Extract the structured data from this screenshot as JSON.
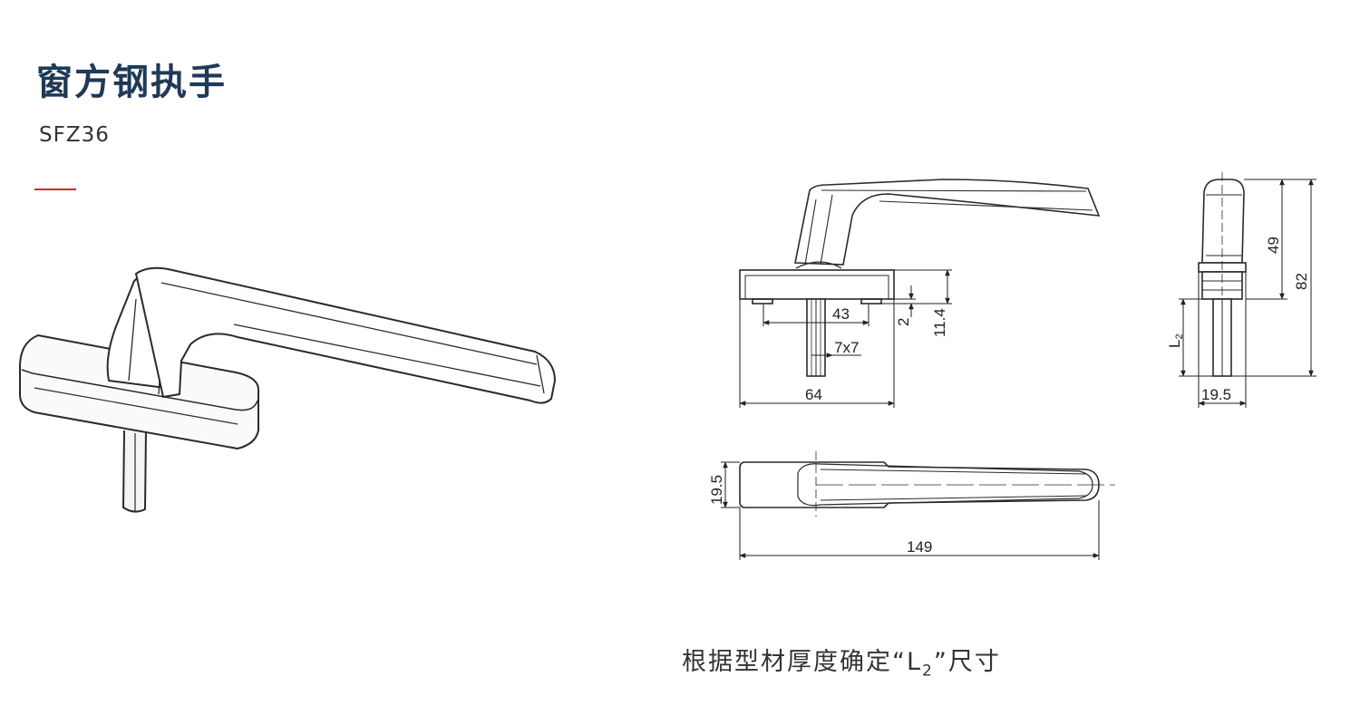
{
  "header": {
    "title": "窗方钢执手",
    "model": "SFZ36",
    "accent_color": "#d9262c"
  },
  "dimensions": {
    "spindle_spacing": "43",
    "base_offset": "2",
    "base_height": "11.4",
    "spindle_size": "7x7",
    "base_length": "64",
    "handle_height": "49",
    "total_height": "82",
    "spindle_length_label": "L",
    "spindle_length_sub": "2",
    "side_width": "19.5",
    "top_width": "19.5",
    "total_length": "149"
  },
  "note": {
    "prefix": "根据型材厚度确定“",
    "var": "L",
    "sub": "2",
    "suffix": "”尺寸"
  }
}
